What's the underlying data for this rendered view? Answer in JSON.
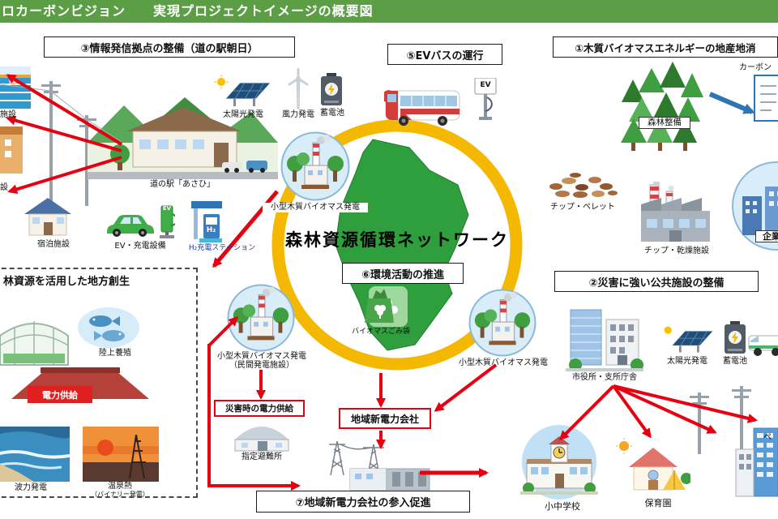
{
  "header": {
    "title": "ロカーボンビジョン　　実現プロジェクトイメージの概要図"
  },
  "sections": {
    "info_hub": "③情報発信拠点の整備（道の駅朝日）",
    "ev_bus": "⑤EVバスの運行",
    "biomass": "①木質バイオマスエネルギーの地産地消",
    "disaster": "②災害に強い公共施設の整備",
    "environment": "⑥環境活動の推進",
    "power_entry": "⑦地域新電力会社の参入促進",
    "regional_dev": "林資源を活用した地方創生"
  },
  "center": {
    "network": "森林資源循環ネットワーク"
  },
  "labels": {
    "michinoeki": "道の駅「あさひ」",
    "solar_top": "太陽光発電",
    "wind": "風力発電",
    "battery_top": "蓄電池",
    "ev_charge": "EV・充電設備",
    "h2_station": "H₂充電ステーション",
    "lodging": "宿泊施設",
    "biomass_top": "小型木質バイオマス発電",
    "forest": "森林整備",
    "chips": "チップ・ペレット",
    "dry_facility": "チップ・乾燥施設",
    "carbon": "カーボン",
    "company": "企業",
    "bag": "バイオマスごみ袋",
    "biomass_left_1": "小型木質バイオマス発電",
    "biomass_left_2": "（民間発電施設）",
    "biomass_right": "小型木質バイオマス発電",
    "disaster_power": "災害時の電力供給",
    "shelter": "指定避難所",
    "new_power": "地域新電力会社",
    "cityhall": "市役所・支所庁舎",
    "solar_br": "太陽光発電",
    "battery_br": "蓄電池",
    "school": "小中学校",
    "nursery": "保育園",
    "aquaculture": "陸上養殖",
    "power_supply": "電力供給",
    "wave": "波力発電",
    "onsen_1": "温泉熱",
    "onsen_2": "（バイナリー発電）",
    "ev_sign": "EV",
    "ev_sign_bus": "EV",
    "h2_sign": "H₂",
    "frag_left_1": "施設",
    "frag_left_2": "設",
    "frag_right": "ペ"
  },
  "colors": {
    "header_bg": "#5c9e45",
    "arrow_red": "#e60012",
    "ring_yellow": "#f5b800",
    "map_green": "#2f9e3d",
    "arrow_blue": "#2e75b6"
  }
}
